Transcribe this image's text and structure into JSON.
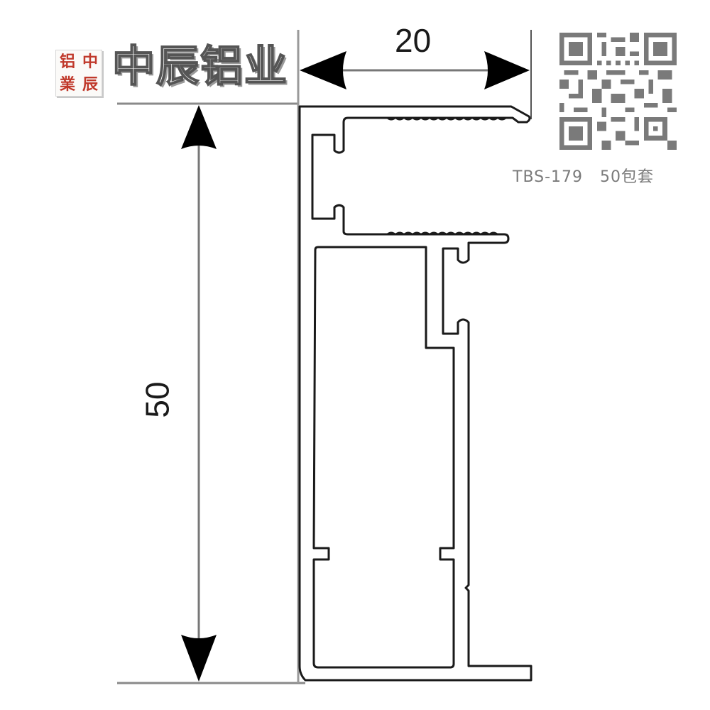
{
  "brand": {
    "seal_chars": [
      "铝",
      "中",
      "業",
      "辰"
    ],
    "name": "中辰铝业",
    "seal_color": "#c0392b"
  },
  "drawing": {
    "type": "aluminum extrusion cross-section",
    "dimensions": {
      "width": "20",
      "height": "50"
    },
    "line_color": "#1a1a1a",
    "extension_line_color": "#8a8a8a"
  },
  "product": {
    "model": "TBS-179",
    "description": "50包套",
    "label": "TBS-179   50包套"
  },
  "qr_code": {
    "icon": "qr-code-icon",
    "color": "#7a7a7a"
  }
}
